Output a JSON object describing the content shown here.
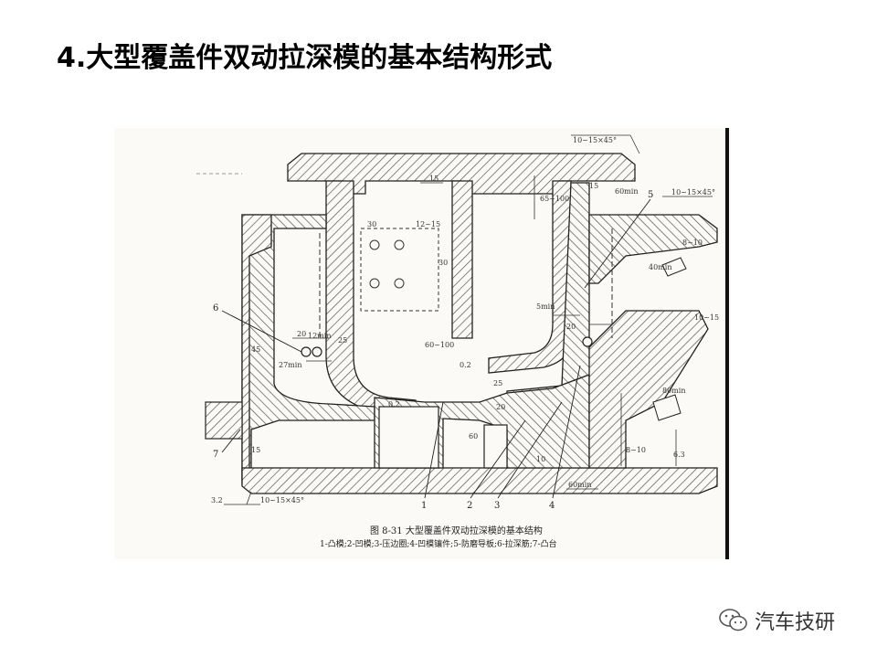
{
  "slide": {
    "title": "4.大型覆盖件双动拉深模的基本结构形式"
  },
  "figure": {
    "caption_title": "图 8-31   大型覆盖件双动拉深模的基本结构",
    "caption_parts": "1-凸模;2-凹模;3-压边圈;4-凹模镶件;5-防磨导板;6-拉深筋;7-凸台",
    "callouts": [
      "1",
      "2",
      "3",
      "4",
      "5",
      "6",
      "7"
    ],
    "dimensions": {
      "chamfer_top": "10~15×45°",
      "chamfer_right": "10~15×45°",
      "chamfer_bottom": "10~15×45°",
      "d15_top": "15",
      "d30": "30",
      "d12": "12~15",
      "d30b": "30",
      "d65_100": "65~100",
      "d15_right": "15",
      "d60min_top": "60min",
      "d8_10": "8~10",
      "d40min_right": "40min",
      "d10_15": "10~15",
      "d5min": "5min",
      "d20_left": "20",
      "d20_right": "20",
      "d12min": "12min",
      "d25": "25",
      "d27min": "27min",
      "d45": "45",
      "d60_100": "60~100",
      "d25_mid": "25",
      "d20_mid": "20",
      "d80min": "80min",
      "d60": "60",
      "d15_bottom": "15",
      "d10": "10",
      "d8_10_bottom": "8~10",
      "d60min_bottom": "60min",
      "d6_3": "6.3",
      "d3_2": "3.2",
      "d0_2": "0.2",
      "d0_2b": "0.2"
    }
  },
  "watermark": {
    "label": "汽车技研",
    "icon": "wechat-icon"
  },
  "colors": {
    "ink": "#2a2a2a",
    "paper": "#fbfaf6",
    "hatch": "#555555"
  }
}
